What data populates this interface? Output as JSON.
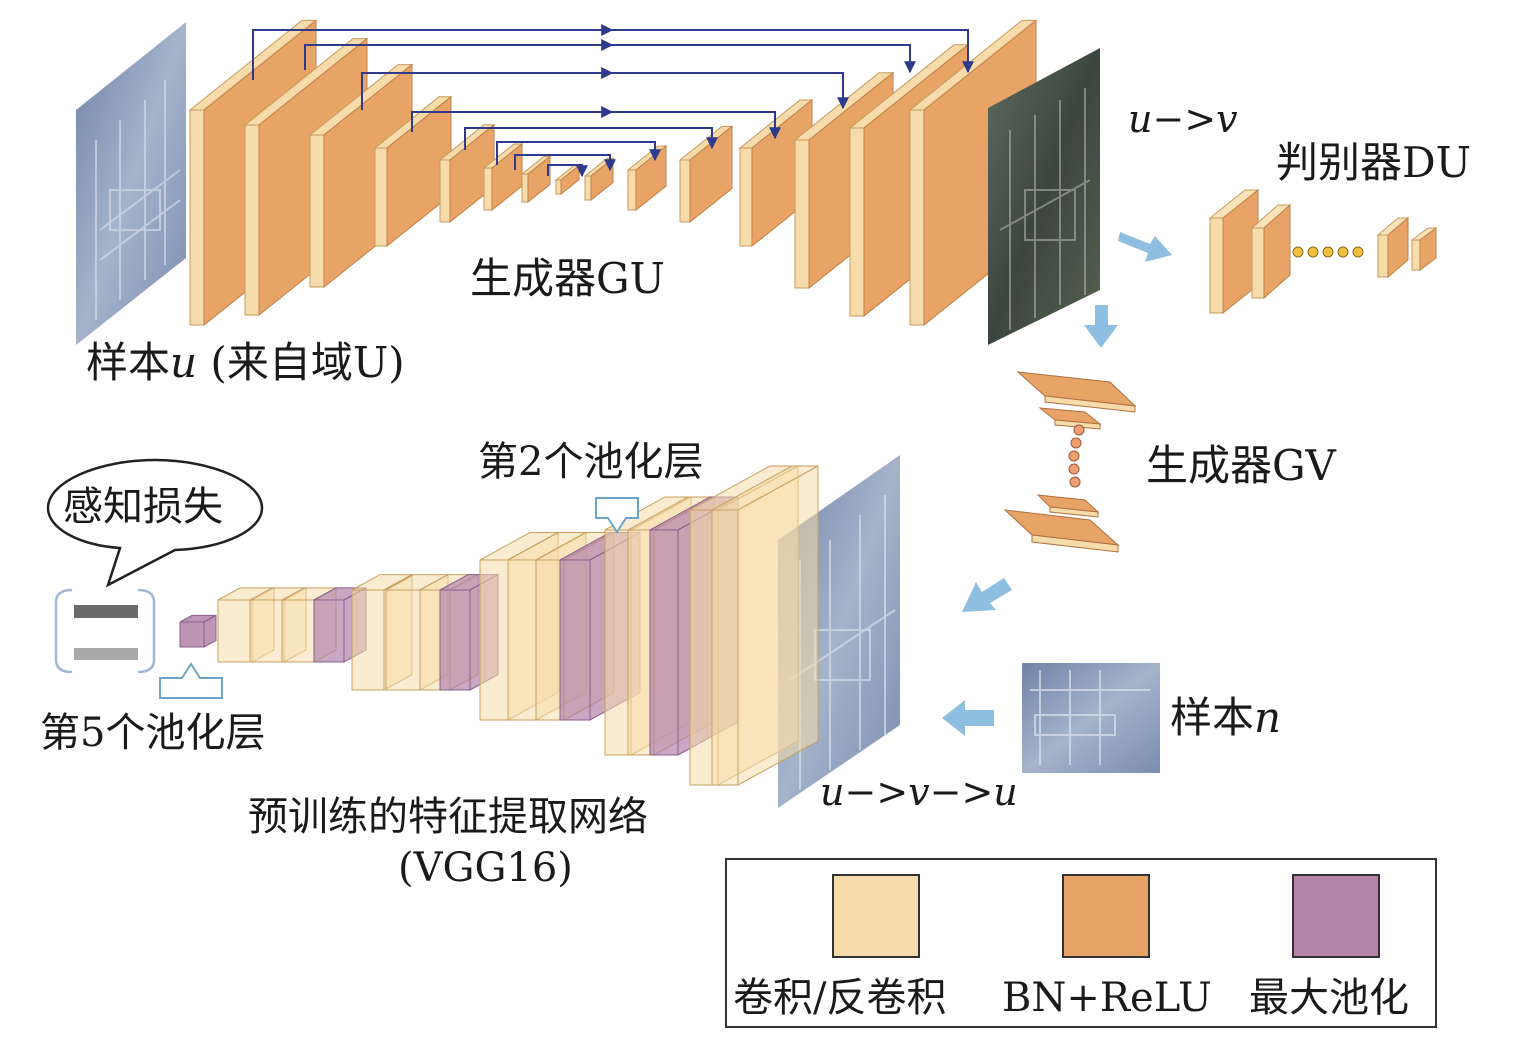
{
  "labels": {
    "sample_u_prefix": "样本",
    "sample_u_var": "u",
    "sample_u_suffix": " (来自域U)",
    "generator_gu": "生成器GU",
    "discriminator_du": "判别器DU",
    "mapping_uv": "u−>v",
    "generator_gv": "生成器GV",
    "perceptual_loss": "感知损失",
    "pool_layer_2": "第2个池化层",
    "pool_layer_5": "第5个池化层",
    "feature_net_line1": "预训练的特征提取网络",
    "feature_net_line2": "(VGG16)",
    "sample_n_prefix": "样本",
    "sample_n_var": "n",
    "mapping_uvu": "u−>v−>u"
  },
  "legend": {
    "items": [
      {
        "label": "卷积/反卷积",
        "color": "#f5dcaa"
      },
      {
        "label": "BN+ReLU",
        "color": "#e7a466"
      },
      {
        "label": "最大池化",
        "color": "#b483a9"
      }
    ]
  },
  "colors": {
    "conv": "#f5dcaa",
    "bn_relu": "#e7a466",
    "pool": "#b483a9",
    "skip_arrow": "#2e3a8c",
    "flow_arrow": "#8fbfe0",
    "photo_blue": "#8e9fbd",
    "photo_dark": "#4d5650"
  }
}
